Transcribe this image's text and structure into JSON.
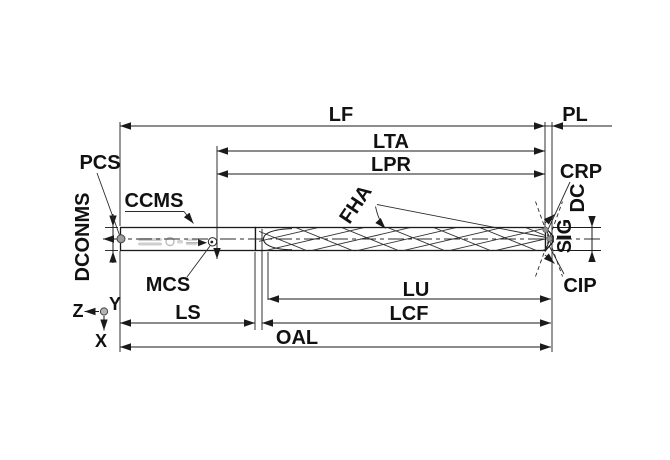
{
  "diagram": {
    "colors": {
      "background": "#ffffff",
      "line": "#1a1a1a",
      "marking_gray": "#cfcfcf",
      "point_marker_gray": "#9c9c9c"
    },
    "labels": {
      "lf": "LF",
      "pl": "PL",
      "lta": "LTA",
      "lpr": "LPR",
      "pcs": "PCS",
      "ccms": "CCMS",
      "dconms": "DCONMS",
      "mcs": "MCS",
      "fha": "FHA",
      "crp": "CRP",
      "dc": "DC",
      "sig": "SIG",
      "cip": "CIP",
      "lu": "LU",
      "lcf": "LCF",
      "ls": "LS",
      "oal": "OAL"
    },
    "axes": {
      "x": "X",
      "y": "Y",
      "z": "Z"
    }
  }
}
